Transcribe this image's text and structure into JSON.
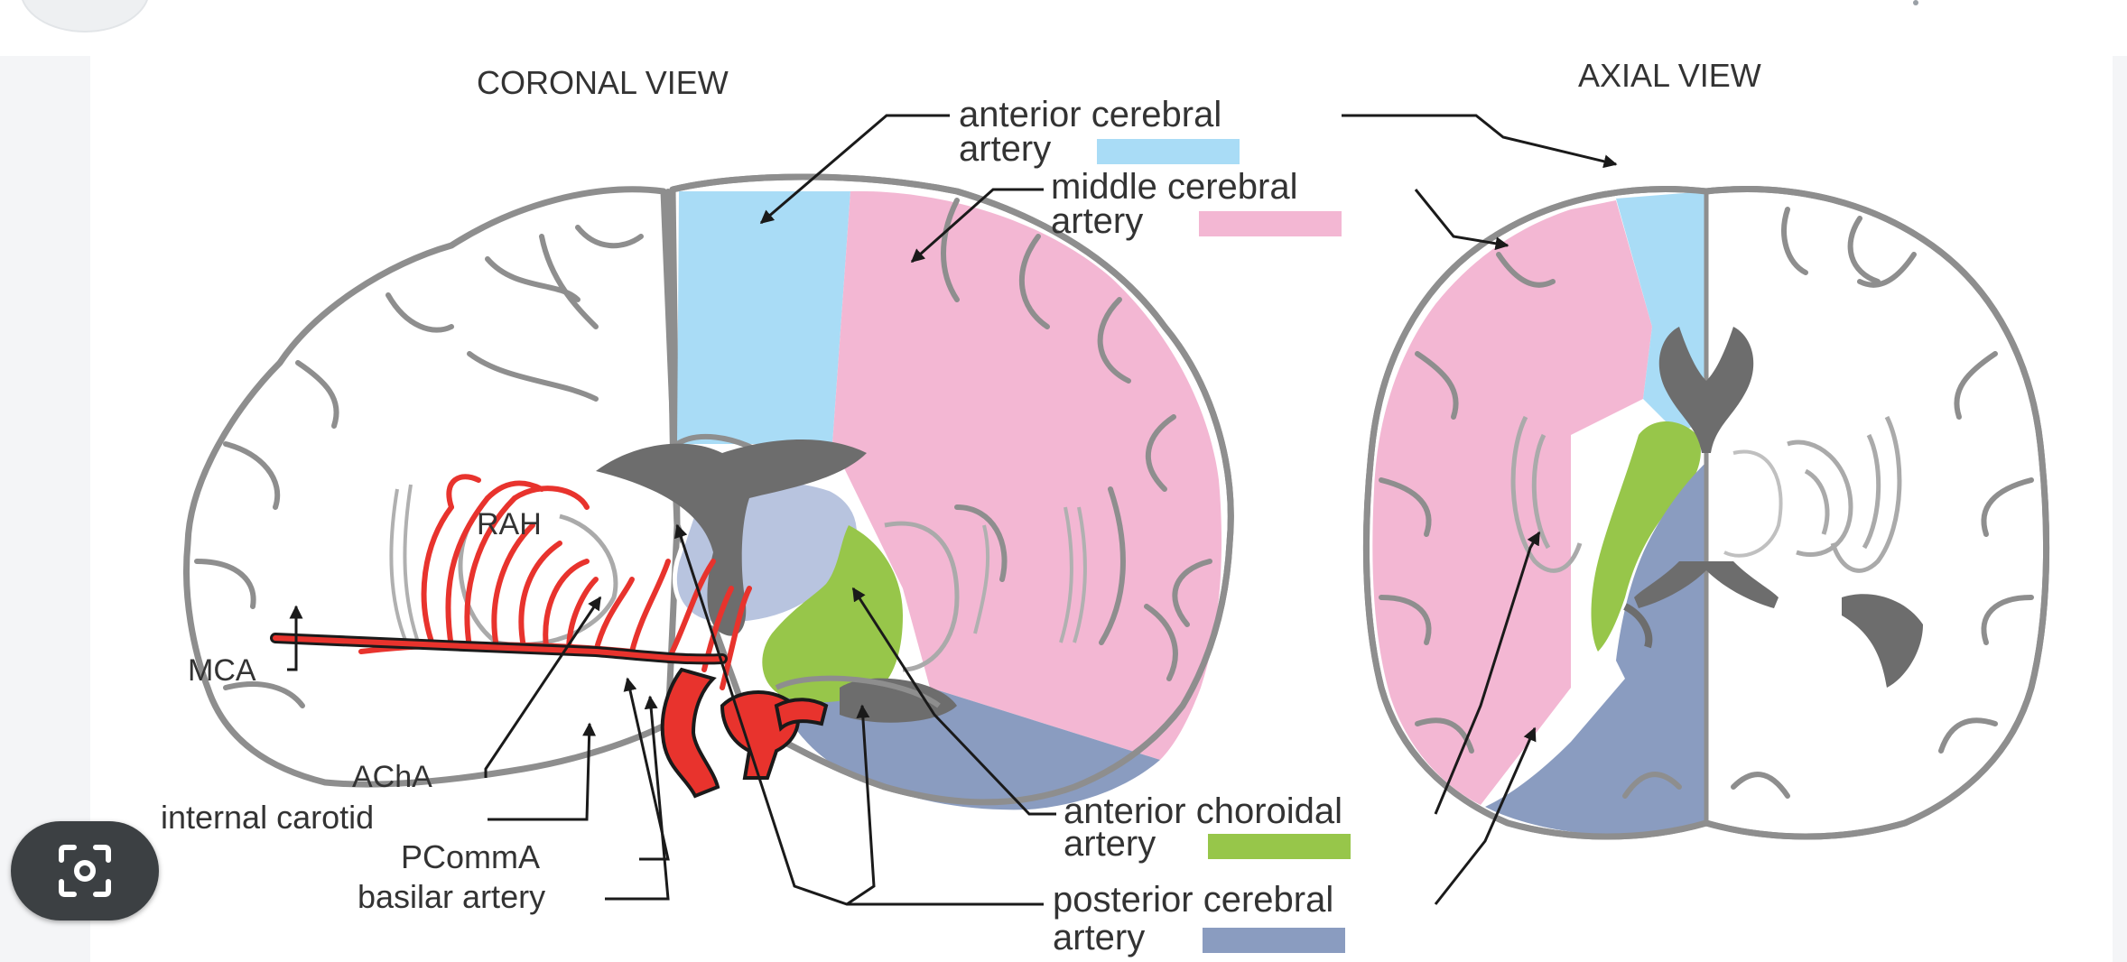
{
  "figure": {
    "views": {
      "coronal": "CORONAL VIEW",
      "axial": "AXIAL VIEW"
    },
    "territories": [
      {
        "key": "aca",
        "line1": "anterior cerebral",
        "line2": "artery",
        "color": "#a9dcf6"
      },
      {
        "key": "mca",
        "line1": "middle cerebral",
        "line2": "artery",
        "color": "#f3b7d3"
      },
      {
        "key": "acha",
        "line1": "anterior choroidal",
        "line2": "artery",
        "color": "#97c64a"
      },
      {
        "key": "pca",
        "line1": "posterior cerebral",
        "line2": "artery",
        "color": "#8a9cc0"
      }
    ],
    "vessel_labels": {
      "rah": "RAH",
      "mca": "MCA",
      "acha": "AChA",
      "internal_carotid": "internal carotid",
      "pcomma": "PCommA",
      "basilar": "basilar artery"
    },
    "colors": {
      "outline": "#8e8e8e",
      "ventricle": "#6d6d6d",
      "vessel": "#e8332d",
      "thalamus": "#b8c4df",
      "text": "#333333"
    }
  },
  "overlay": {
    "lens_icon": "google-lens-icon"
  }
}
